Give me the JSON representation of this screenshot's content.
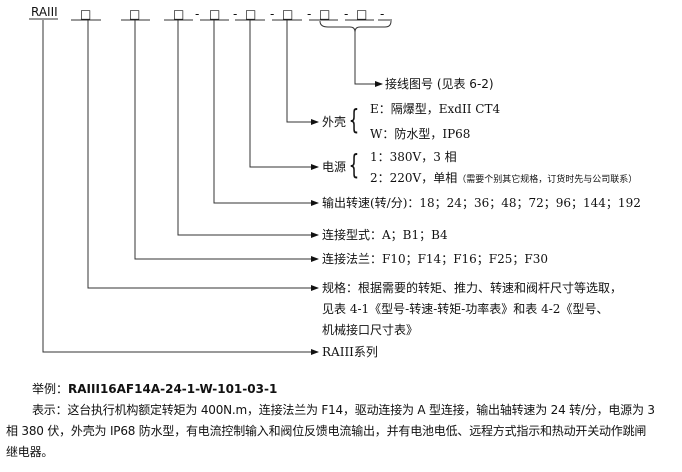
{
  "code": {
    "prefix": "RAIII",
    "box": "□",
    "dash": "-"
  },
  "labels": {
    "wiring": "接线图号 (见表 6-2)",
    "housing": "外壳",
    "housing_e": "E：隔爆型，ExdII CT4",
    "housing_w": "W：防水型，IP68",
    "power": "电源",
    "power_1": "1：380V，3 相",
    "power_2": "2：220V，单相",
    "power_note": "（需要个别其它规格，订货时先与公司联系）",
    "speed": "输出转速(转/分)：18；24；36；48；72；96；144；192",
    "conn_type": "连接型式：A；B1；B4",
    "flange": "连接法兰：F10；F14；F16；F25；F30",
    "spec_1": "规格：根据需要的转矩、推力、转速和阀杆尺寸等选取，",
    "spec_2": "见表 4-1《型号-转速-转矩-功率表》和表 4-2《型号、",
    "spec_3": "机械接口尺寸表》",
    "series": "RAIII系列"
  },
  "example": {
    "label": "举例：",
    "code": "RAIII16AF14A-24-1-W-101-03-1",
    "desc_label": "表示：",
    "desc_1": "这台执行机构额定转矩为 400N.m，连接法兰为 F14，驱动连接为 A 型连接，输出轴转速为 24 转/分，电源为 3",
    "desc_2": "相 380 伏，外壳为 IP68 防水型，有电流控制输入和阀位反馈电流输出，并有电池电低、远程方式指示和热动开关动作跳闸",
    "desc_3": "继电器。"
  }
}
